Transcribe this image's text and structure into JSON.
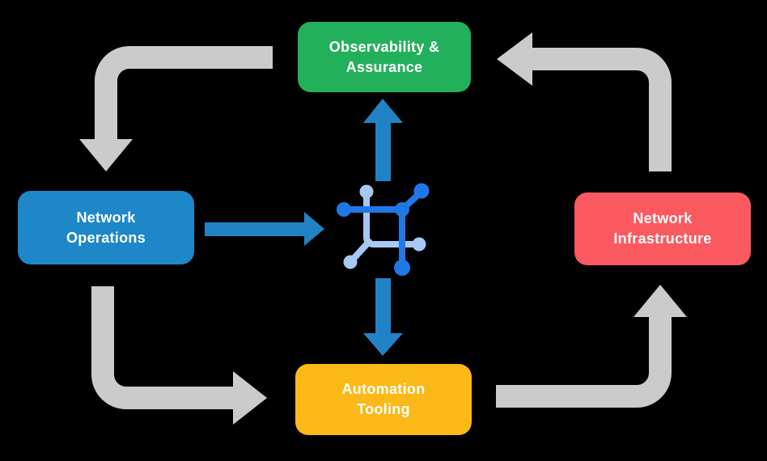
{
  "colors": {
    "background": "#000000",
    "green": "#23B05B",
    "blue": "#1E87C8",
    "red": "#FA5A5F",
    "yellow": "#FBB917",
    "gray": "#CBCBCB",
    "arrow-blue": "#2182C6",
    "icon-bright": "#1E79E6",
    "icon-light": "#A6C8F3",
    "label-text": "#FFFFFF"
  },
  "diagram": {
    "nodes": {
      "observability": {
        "label": "Observability &\nAssurance",
        "color": "green"
      },
      "operations": {
        "label": "Network\nOperations",
        "color": "blue"
      },
      "infrastructure": {
        "label": "Network\nInfrastructure",
        "color": "red"
      },
      "automation": {
        "label": "Automation\nTooling",
        "color": "yellow"
      }
    },
    "center_icon": "network-mesh-icon",
    "flows": [
      {
        "from": "observability",
        "to": "operations",
        "style": "gray-elbow"
      },
      {
        "from": "operations",
        "to": "automation",
        "style": "gray-elbow"
      },
      {
        "from": "automation",
        "to": "infrastructure",
        "style": "gray-elbow"
      },
      {
        "from": "infrastructure",
        "to": "observability",
        "style": "gray-elbow"
      },
      {
        "from": "operations",
        "to": "center-icon",
        "style": "blue-straight"
      },
      {
        "from": "center-icon",
        "to": "observability",
        "style": "blue-straight"
      },
      {
        "from": "center-icon",
        "to": "automation",
        "style": "blue-straight"
      }
    ]
  }
}
